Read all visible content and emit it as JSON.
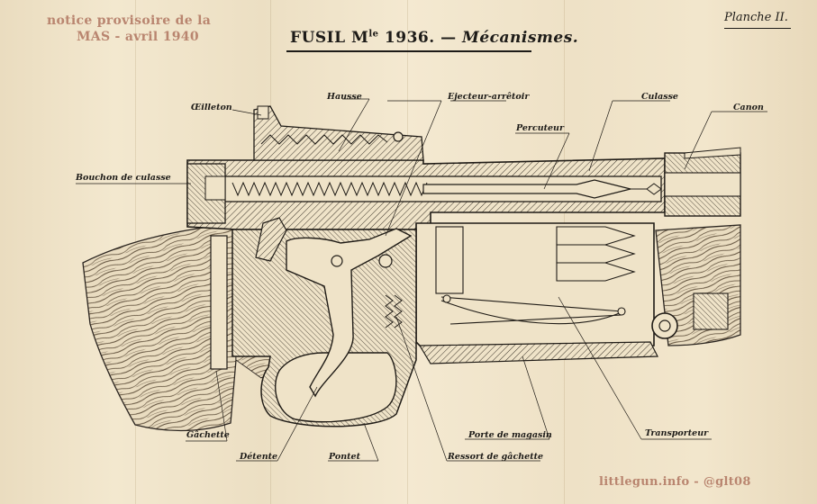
{
  "watermark": {
    "line1": "notice provisoire de la",
    "line2": "MAS - avril 1940",
    "footer": "littlegun.info - @glt08"
  },
  "header": {
    "title_main": "FUSIL M",
    "title_sup": "le",
    "title_year": " 1936. — ",
    "title_italic": "Mécanismes.",
    "planche": "Planche II."
  },
  "labels": {
    "oeilleton": "Œilleton",
    "hausse": "Hausse",
    "ejecteur": "Ejecteur-arrêtoir",
    "culasse": "Culasse",
    "canon": "Canon",
    "percuteur": "Percuteur",
    "bouchon": "Bouchon de culasse",
    "gachette": "Gâchette",
    "detente": "Détente",
    "pontet": "Pontet",
    "ressort": "Ressort de gâchette",
    "porte_magasin": "Porte de magasin",
    "transporteur": "Transporteur"
  }
}
